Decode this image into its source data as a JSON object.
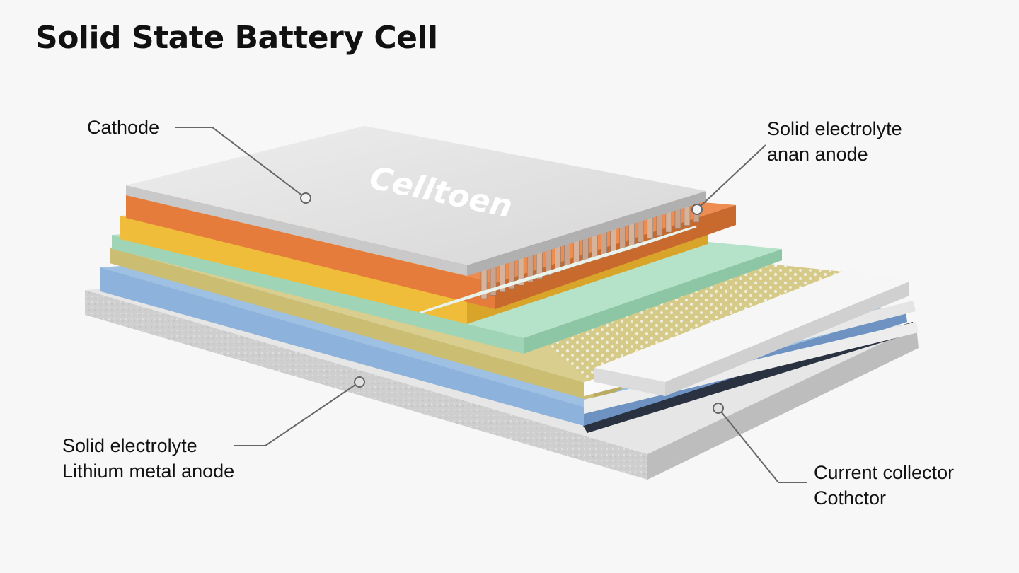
{
  "title": "Solid State Battery Cell",
  "cell_marking": "Celltoen",
  "labels": {
    "top_left": {
      "line1": "Cathode"
    },
    "top_right": {
      "line1": "Solid electrolyte",
      "line2": "anan anode"
    },
    "bottom_left": {
      "line1": "Solid electrolyte",
      "line2": "Lithium metal anode"
    },
    "bottom_right": {
      "line1": "Current collector",
      "line2": "Cothctor"
    }
  },
  "layer_colors": {
    "cathode_plate": "#e2e2e2",
    "orange_layer": "#e8854a",
    "yellow_layer": "#f2c44c",
    "mint_layer": "#a9dcc0",
    "sand_layer": "#d7cc8a",
    "blue_layer": "#8fb6de",
    "base_plate": "#cfcfcf",
    "white_collector": "#f4f4f4"
  }
}
